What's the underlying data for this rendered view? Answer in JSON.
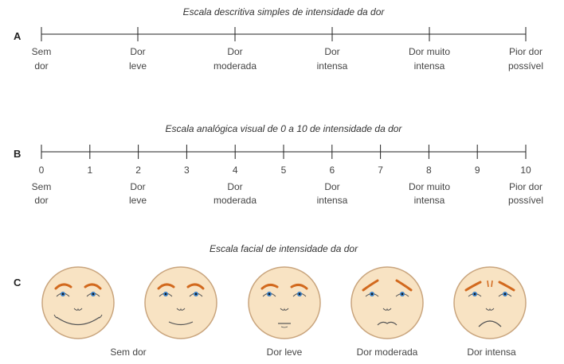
{
  "scale_a": {
    "title": "Escala descritiva simples de intensidade da dor",
    "letter": "A",
    "labels": [
      {
        "line1": "Sem",
        "line2": "dor"
      },
      {
        "line1": "Dor",
        "line2": "leve"
      },
      {
        "line1": "Dor",
        "line2": "moderada"
      },
      {
        "line1": "Dor",
        "line2": "intensa"
      },
      {
        "line1": "Dor muito",
        "line2": "intensa"
      },
      {
        "line1": "Pior dor",
        "line2": "possível"
      }
    ]
  },
  "scale_b": {
    "title": "Escala analógica visual de 0 a 10 de intensidade da dor",
    "letter": "B",
    "numbers": [
      "0",
      "1",
      "2",
      "3",
      "4",
      "5",
      "6",
      "7",
      "8",
      "9",
      "10"
    ],
    "labels": [
      {
        "line1": "Sem",
        "line2": "dor"
      },
      {
        "line1": "Dor",
        "line2": "leve"
      },
      {
        "line1": "Dor",
        "line2": "moderada"
      },
      {
        "line1": "Dor",
        "line2": "intensa"
      },
      {
        "line1": "Dor muito",
        "line2": "intensa"
      },
      {
        "line1": "Pior dor",
        "line2": "possível"
      }
    ]
  },
  "scale_c": {
    "title": "Escala facial de intensidade da dor",
    "letter": "C",
    "faces": [
      {
        "icon": "very-happy-face-icon"
      },
      {
        "icon": "happy-face-icon"
      },
      {
        "icon": "neutral-face-icon"
      },
      {
        "icon": "worried-face-icon"
      },
      {
        "icon": "pained-face-icon"
      }
    ],
    "captions": [
      "Sem dor",
      "Dor leve",
      "Dor moderada",
      "Dor intensa"
    ]
  },
  "colors": {
    "face_fill": "#f8e3c3",
    "face_stroke": "#c9a57e",
    "brow": "#d2691e",
    "eye_iris": "#3a7fc4",
    "line": "#222222"
  }
}
